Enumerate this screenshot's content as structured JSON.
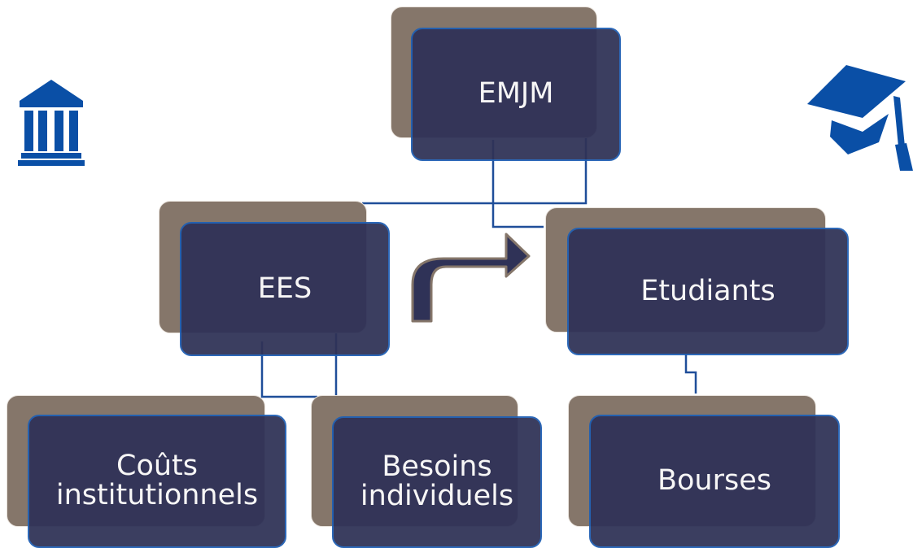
{
  "colors": {
    "box_fill": "#2f3257",
    "box_border": "#1f5fb4",
    "shadow_fill": "#85766a",
    "connector": "#1f4e99",
    "icon_blue": "#0a4fa6",
    "text": "#ffffff"
  },
  "nodes": {
    "root": {
      "label": "EMJM"
    },
    "ees": {
      "label": "EES"
    },
    "etudiants": {
      "label": "Etudiants"
    },
    "couts": {
      "label": "Coûts institutionnels"
    },
    "besoins": {
      "label": "Besoins individuels"
    },
    "bourses": {
      "label": "Bourses"
    }
  },
  "icons": {
    "left": "institution-building-icon",
    "right": "graduation-cap-icon",
    "arrow": "curved-arrow-right-icon"
  }
}
